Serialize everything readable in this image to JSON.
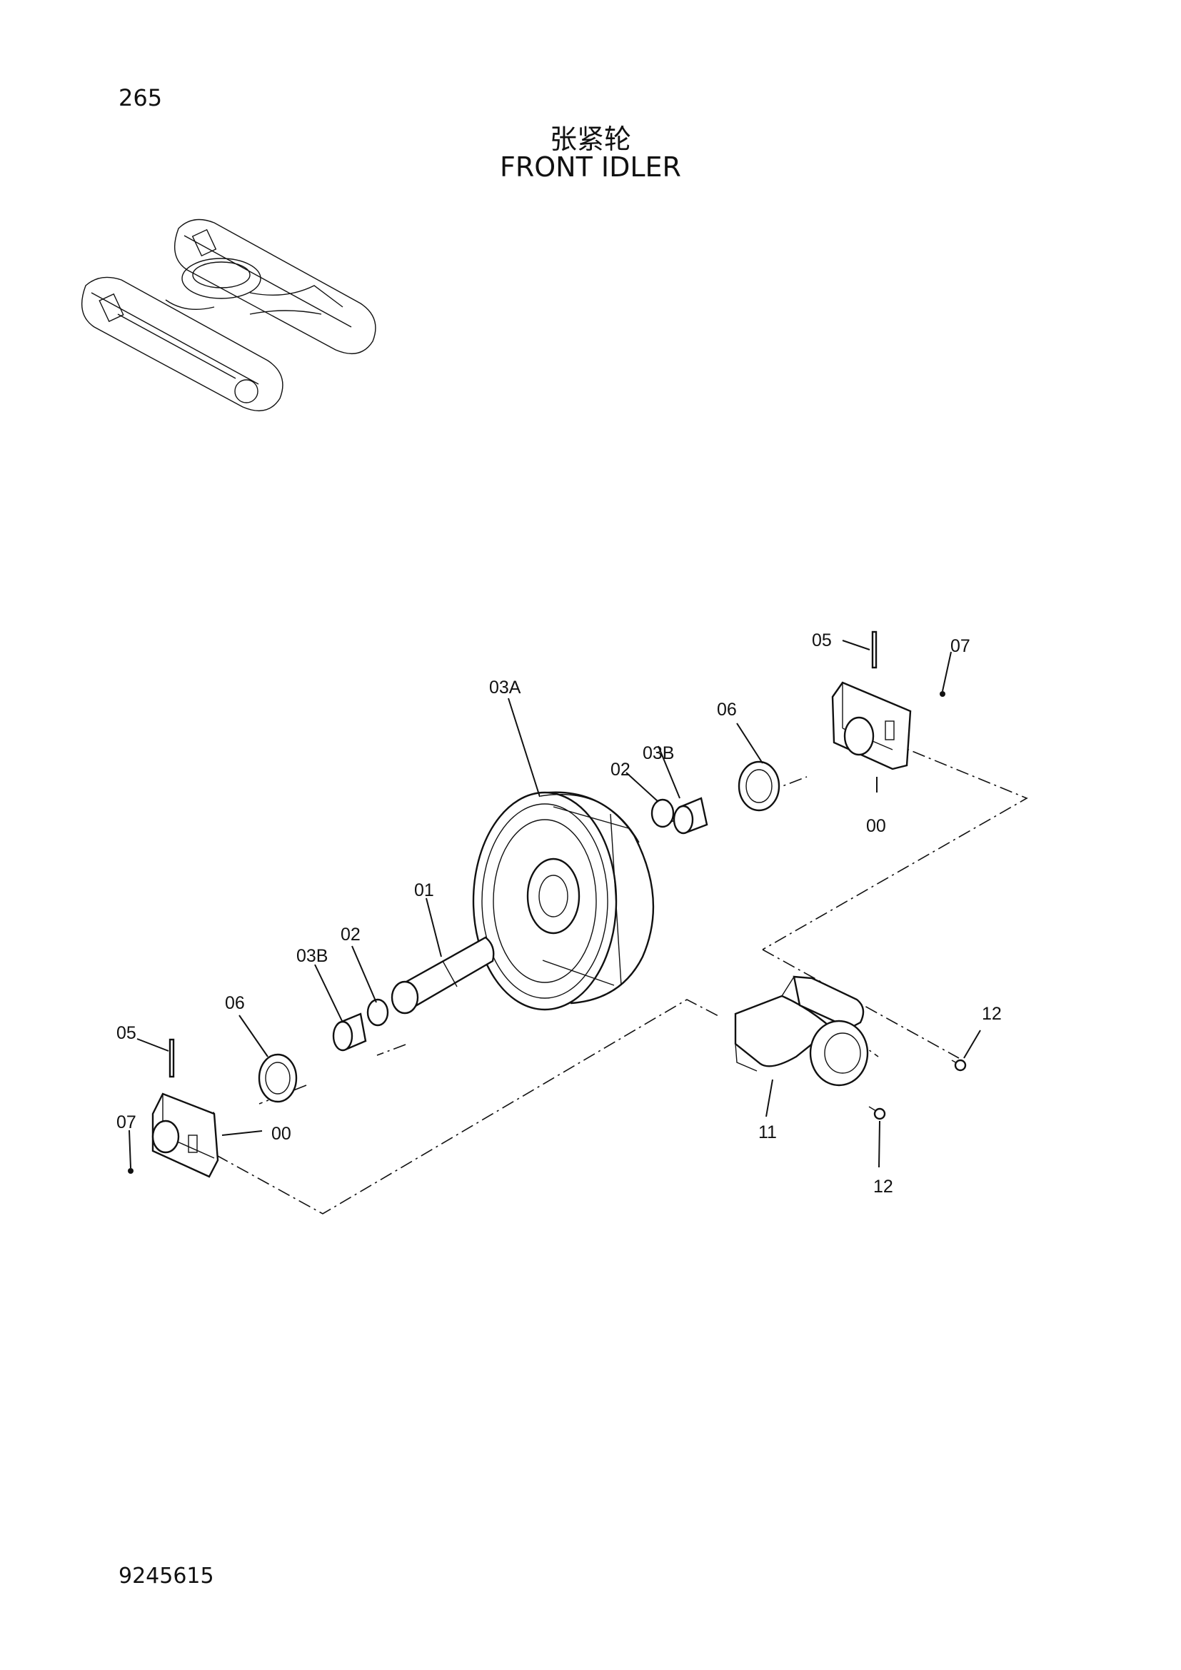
{
  "page_number": "265",
  "title_cn": "张紧轮",
  "title_en": "FRONT IDLER",
  "document_number": "9245615",
  "callouts": {
    "c03A": "03A",
    "c06_right": "06",
    "c05_right": "05",
    "c07_right": "07",
    "c03B_right": "03B",
    "c02_right": "02",
    "c00_right": "00",
    "c01": "01",
    "c02_left": "02",
    "c03B_left": "03B",
    "c06_left": "06",
    "c05_left": "05",
    "c07_left": "07",
    "c00_left": "00",
    "c12_top": "12",
    "c11": "11",
    "c12_bottom": "12"
  }
}
